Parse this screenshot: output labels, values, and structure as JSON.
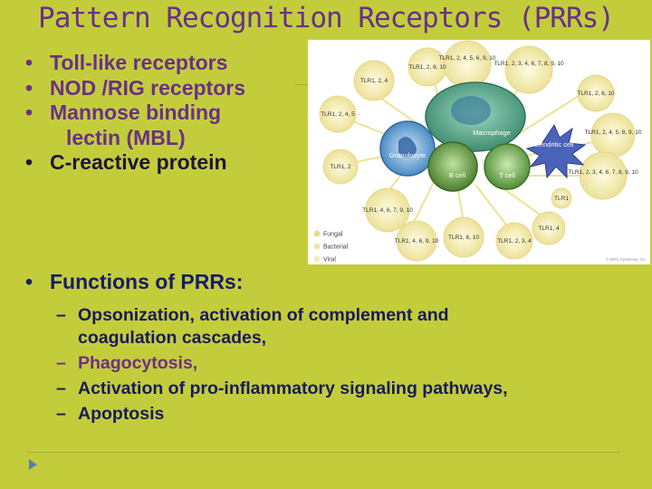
{
  "slide": {
    "title": "Pattern Recognition Receptors (PRRs)",
    "bullets": [
      "Toll-like receptors",
      "NOD /RIG receptors",
      "Mannose binding",
      "lectin (MBL)",
      "C-reactive protein"
    ],
    "bullet_symbol": "•",
    "functions_heading": "Functions of PRRs:",
    "functions": [
      "Opsonization, activation of complement and",
      "coagulation cascades,",
      "Phagocytosis,",
      "Activation of pro-inflammatory signaling pathways,",
      "Apoptosis"
    ],
    "dash_symbol": "–"
  },
  "figure": {
    "cells": [
      "Macrophage",
      "Dendritic cell",
      "Granulocyte",
      "B cell",
      "T cell"
    ],
    "tlr_labels": [
      "TLR1, 2, 4, 5, 6, 9, 10",
      "TLR1, 2, 3, 4, 6, 7, 8, 9, 10",
      "TLR1, 2, 6, 10",
      "TLR1, 2, 4, 5, 8, 9, 10",
      "TLR1, 2, 3, 4, 6, 7, 8, 9, 10",
      "TLR1",
      "TLR1, 4",
      "TLR1, 2, 3, 4",
      "TLR1, 6, 10",
      "TLR1, 4, 6, 9, 10",
      "TLR1, 4, 6, 7, 9, 10",
      "TLR1, 2",
      "TLR1, 2, 4, 5",
      "TLR1, 2, 4",
      "TLR1, 2, 6, 10"
    ],
    "legend": [
      "Fungal",
      "Bacterial",
      "Viral"
    ],
    "copyright": "© BRG Synthesis, Inc.",
    "colors": {
      "panel": "#ffffff",
      "macrophage": "#5aa88c",
      "dendritic": "#4a63b8",
      "granulocyte": "#4c8fc8",
      "bcell": "#5b8f3a",
      "tcell": "#5d9c45",
      "bubble": "#f7efb0"
    }
  }
}
